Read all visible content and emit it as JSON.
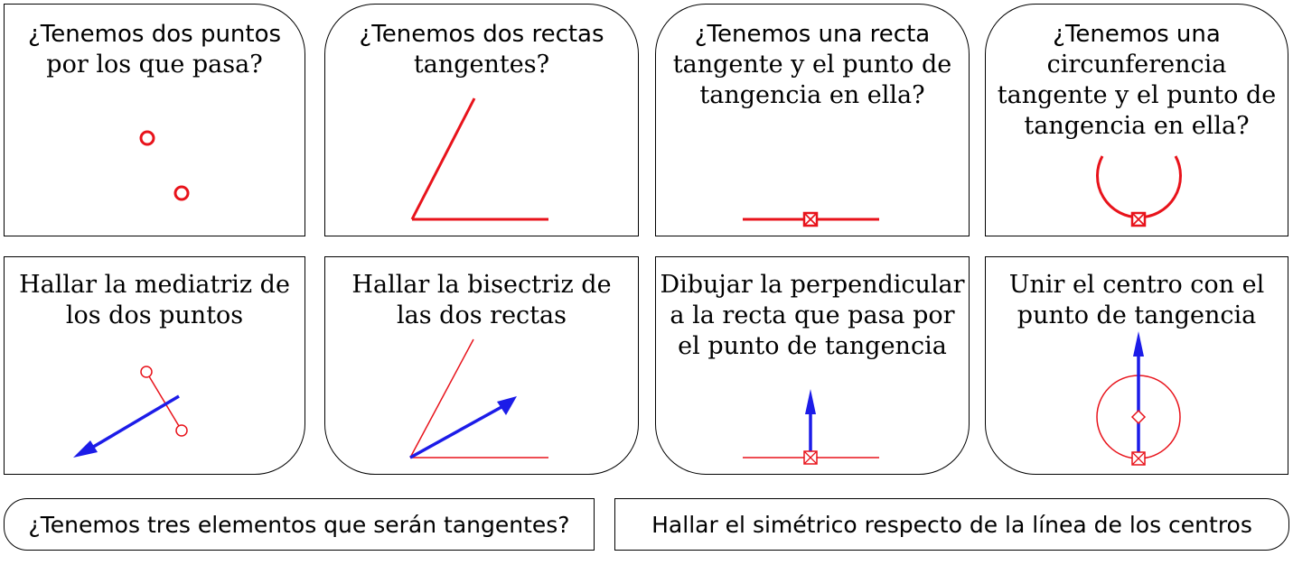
{
  "colors": {
    "red": "#e8131b",
    "blue": "#1c1ce8",
    "border": "#000000"
  },
  "questions": [
    {
      "lines": [
        "¿Tenemos dos puntos",
        "por los que pasa?"
      ]
    },
    {
      "lines": [
        "¿Tenemos dos rectas",
        "tangentes?"
      ]
    },
    {
      "lines": [
        "¿Tenemos una recta",
        "tangente y el punto de",
        "tangencia en ella?"
      ]
    },
    {
      "lines": [
        "¿Tenemos una",
        "circunferencia",
        "tangente y el punto de",
        "tangencia en ella?"
      ]
    }
  ],
  "actions": [
    {
      "lines": [
        "Hallar la mediatriz de",
        "los dos puntos"
      ]
    },
    {
      "lines": [
        "Hallar la bisectriz de",
        "las dos rectas"
      ]
    },
    {
      "lines": [
        "Dibujar la perpendicular",
        "a la recta que pasa por",
        "el punto de tangencia"
      ]
    },
    {
      "lines": [
        "Unir el centro con el",
        "punto de tangencia"
      ]
    }
  ],
  "bottom": {
    "left": "¿Tenemos tres elementos que serán tangentes?",
    "right": "Hallar el simétrico respecto de la línea de los centros"
  }
}
